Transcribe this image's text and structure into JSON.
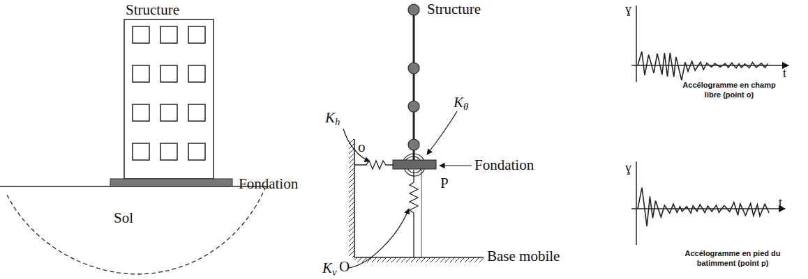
{
  "diagram": {
    "labels": [
      "Structure",
      "Fondation",
      "Sol",
      "Structure",
      "Kh",
      "Kθ",
      "o",
      "Fondation",
      "P",
      "O",
      "Kv",
      "Base mobile",
      "ɣ",
      "t",
      "Accélogramme en champ libre (point o)",
      "ɣ",
      "t",
      "Accélogramme en pied du batimment (point p)"
    ]
  }
}
